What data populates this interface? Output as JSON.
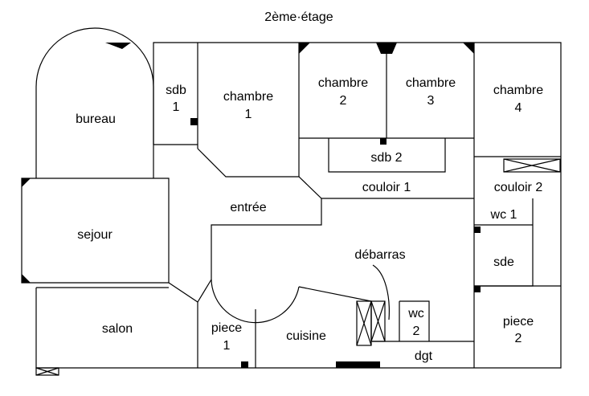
{
  "title": "2ème·étage",
  "rooms": {
    "bureau": "bureau",
    "sdb1": [
      "sdb",
      "1"
    ],
    "chambre1": [
      "chambre",
      "1"
    ],
    "chambre2": [
      "chambre",
      "2"
    ],
    "chambre3": [
      "chambre",
      "3"
    ],
    "chambre4": [
      "chambre",
      "4"
    ],
    "sdb2": "sdb 2",
    "couloir1": "couloir 1",
    "couloir2": "couloir 2",
    "entree": "entrée",
    "sejour": "sejour",
    "wc1": "wc 1",
    "sde": "sde",
    "debarras": "débarras",
    "salon": "salon",
    "piece1": [
      "piece",
      "1"
    ],
    "cuisine": "cuisine",
    "wc2": [
      "wc",
      "2"
    ],
    "dgt": "dgt",
    "piece2": [
      "piece",
      "2"
    ]
  }
}
